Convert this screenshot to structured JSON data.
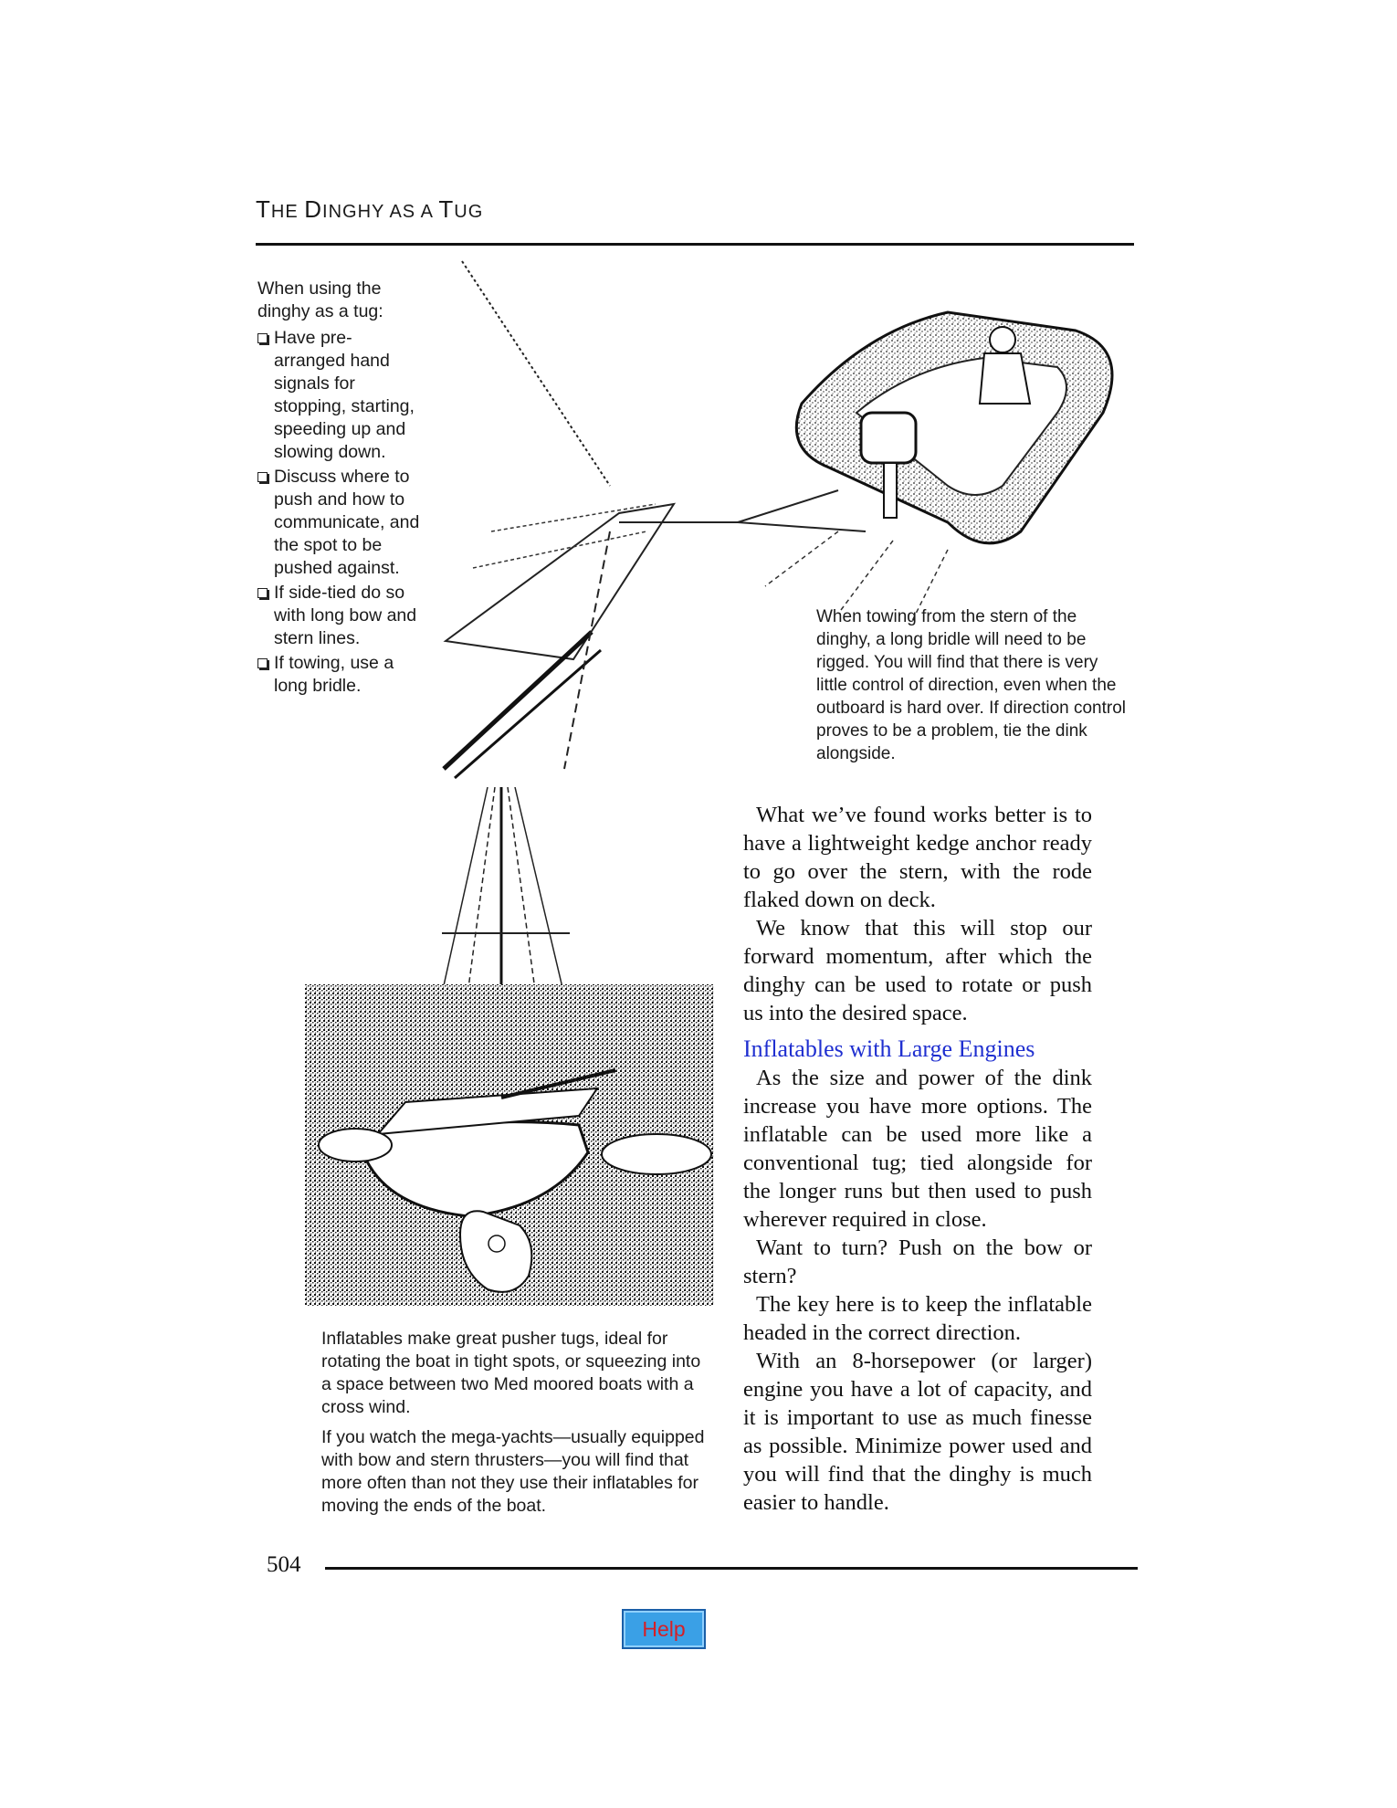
{
  "header": {
    "title_parts": [
      {
        "text": "T",
        "size": "big"
      },
      {
        "text": "HE ",
        "size": "small"
      },
      {
        "text": "D",
        "size": "big"
      },
      {
        "text": "INGHY AS A ",
        "size": "small"
      },
      {
        "text": "T",
        "size": "big"
      },
      {
        "text": "UG",
        "size": "small"
      }
    ]
  },
  "sidebar": {
    "intro": "When using the dinghy as a tug:",
    "items": [
      "Have pre-arranged hand signals for stopping, starting, speeding up and slowing down.",
      "Discuss where to push and how to communicate, and the spot to be pushed against.",
      "If side-tied do so with long bow and stern lines.",
      "If towing, use a long bridle."
    ]
  },
  "captions": {
    "towing": "When towing from the stern of the dinghy, a long bridle will need to be rigged. You will find that there is very little control of direction, even when the outboard is hard over. If direction control proves to be a problem, tie the dink alongside.",
    "pusher": [
      "Inflatables make great pusher tugs, ideal for rotating the boat in tight spots, or squeezing into a space between two Med moored boats with a cross wind.",
      "If you watch the mega-yachts—usually equipped with bow and stern thrusters—you will find that more often than not they use their inflatables for moving the ends of the boat."
    ]
  },
  "body": {
    "paragraphs_1": [
      "What we’ve found works better is to have a lightweight kedge anchor ready to go over the stern, with the rode flaked down on deck.",
      "We know that this will stop our forward momentum, after which the dinghy can be used to rotate or push us into the desired space."
    ],
    "heading": "Inflatables with Large Engines",
    "paragraphs_2": [
      "As the size and power of the dink increase you have more options. The inflatable can be used more like a conventional tug; tied alongside for the longer runs but then used to push wherever required in close.",
      "Want to turn? Push on the bow or stern?",
      "The key here is to keep the inflatable headed in the correct direction.",
      "With an 8-horsepower (or larger) engine you have a lot of capacity, and it is important to use as much finesse as possible. Minimize power used and you will find that the dinghy is much easier to handle."
    ]
  },
  "footer": {
    "page_number": "504",
    "help_label": "Help"
  },
  "colors": {
    "heading_blue": "#1f2fd0",
    "help_bg": "#3aa0e6",
    "help_text": "#d61f26"
  }
}
